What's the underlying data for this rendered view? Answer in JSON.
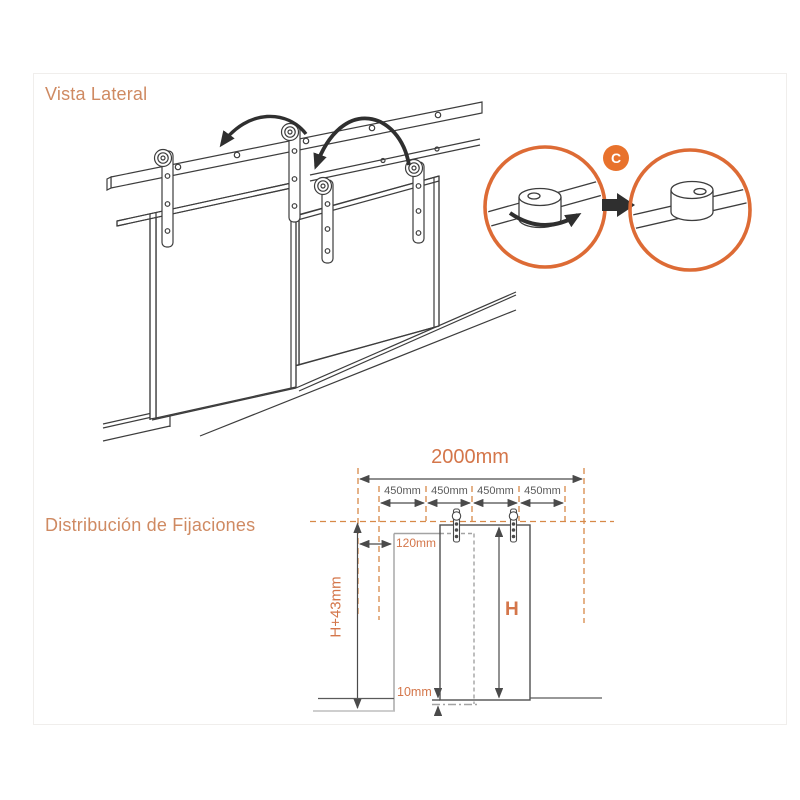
{
  "colors": {
    "accent_orange": "#e2702d",
    "dimension_orange": "#d4764a",
    "heading_orange": "#cf8a62",
    "dashed_orange": "#d78948",
    "line_dark": "#3d3d3d",
    "line_gray": "#9f9f9f"
  },
  "headings": {
    "side_view": "Vista Lateral",
    "fixings": "Distribución de Fijaciones"
  },
  "detail_step": {
    "badge": "C"
  },
  "dims": {
    "total": "2000mm",
    "s1": "450mm",
    "s2": "450mm",
    "s3": "450mm",
    "s4": "450mm",
    "offset": "120mm",
    "rail_height": "H+43mm",
    "door_height": "H",
    "floor_gap": "10mm"
  }
}
